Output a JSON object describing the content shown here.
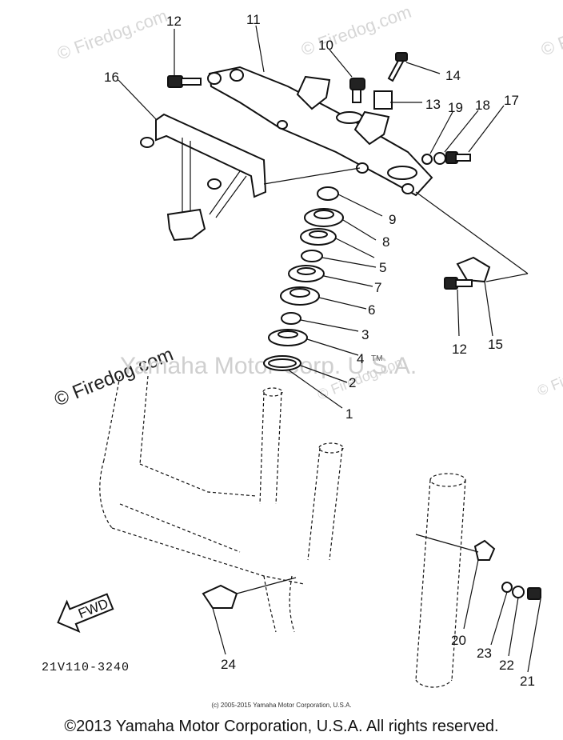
{
  "watermarks": {
    "firedog": "© Firedog.com",
    "yamaha_tm": "Yamaha Motor Corp. U.S.A.",
    "tm": "TM"
  },
  "diagram_code": "21V110-3240",
  "copyright_small": "(c) 2005-2015 Yamaha Motor Corporation, U.S.A.",
  "footer": "©2013 Yamaha Motor Corporation, U.S.A. All rights reserved.",
  "fwd_label": "FWD",
  "callouts": [
    {
      "id": "c1",
      "text": "1"
    },
    {
      "id": "c2",
      "text": "2"
    },
    {
      "id": "c3",
      "text": "3"
    },
    {
      "id": "c4",
      "text": "4"
    },
    {
      "id": "c5",
      "text": "5"
    },
    {
      "id": "c6",
      "text": "6"
    },
    {
      "id": "c7",
      "text": "7"
    },
    {
      "id": "c8",
      "text": "8"
    },
    {
      "id": "c9",
      "text": "9"
    },
    {
      "id": "c10",
      "text": "10"
    },
    {
      "id": "c11",
      "text": "11"
    },
    {
      "id": "c12a",
      "text": "12"
    },
    {
      "id": "c12b",
      "text": "12"
    },
    {
      "id": "c13",
      "text": "13"
    },
    {
      "id": "c14",
      "text": "14"
    },
    {
      "id": "c15",
      "text": "15"
    },
    {
      "id": "c16",
      "text": "16"
    },
    {
      "id": "c17",
      "text": "17"
    },
    {
      "id": "c18",
      "text": "18"
    },
    {
      "id": "c19",
      "text": "19"
    },
    {
      "id": "c20",
      "text": "20"
    },
    {
      "id": "c21",
      "text": "21"
    },
    {
      "id": "c22",
      "text": "22"
    },
    {
      "id": "c23",
      "text": "23"
    },
    {
      "id": "c24",
      "text": "24"
    }
  ]
}
